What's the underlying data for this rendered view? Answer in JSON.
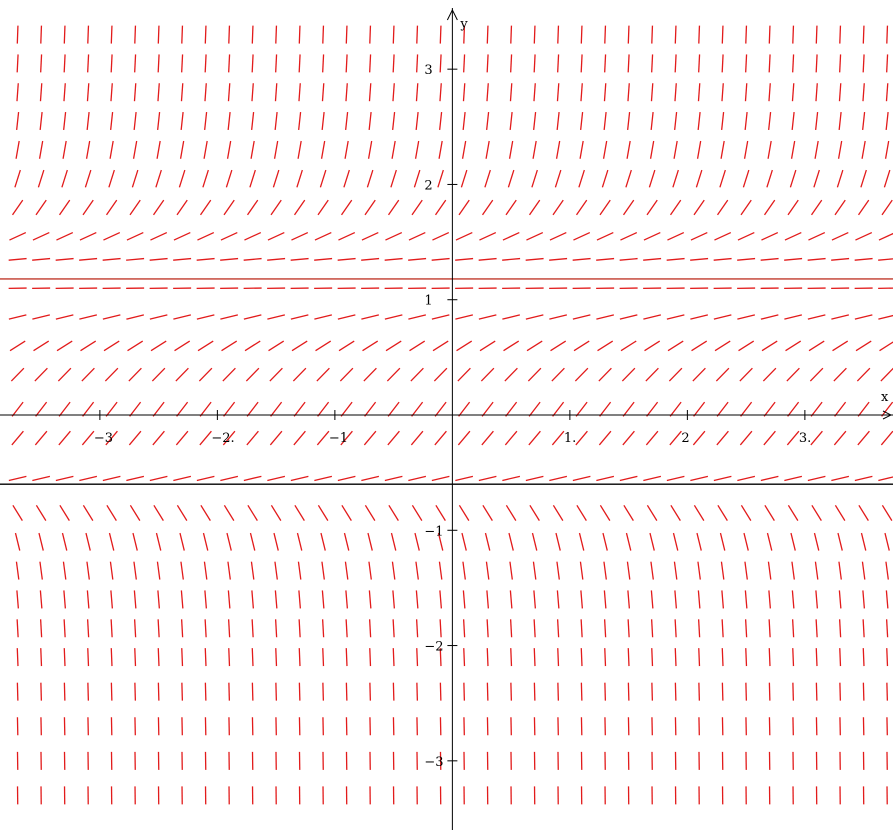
{
  "chart_data": {
    "type": "slope-field",
    "title": "",
    "xlabel": "x",
    "ylabel": "y",
    "xlim": [
      -3.85,
      3.75
    ],
    "ylim": [
      -3.6,
      3.6
    ],
    "xticks": [
      {
        "value": -3,
        "label": "−3"
      },
      {
        "value": -2,
        "label": "−2."
      },
      {
        "value": -1,
        "label": "−1"
      },
      {
        "value": 1,
        "label": "1."
      },
      {
        "value": 2,
        "label": "2"
      },
      {
        "value": 3,
        "label": "3."
      }
    ],
    "yticks": [
      {
        "value": -3,
        "label": "−3"
      },
      {
        "value": -2,
        "label": "−2"
      },
      {
        "value": -1,
        "label": "−1"
      },
      {
        "value": 1,
        "label": "1"
      },
      {
        "value": 2,
        "label": "2"
      },
      {
        "value": 3,
        "label": "3"
      }
    ],
    "field": {
      "x_start": -3.7,
      "x_end": 3.7,
      "x_step": 0.2,
      "y_rows": [
        3.3,
        3.05,
        2.8,
        2.55,
        2.3,
        2.05,
        1.8,
        1.55,
        1.35,
        1.1,
        0.85,
        0.6,
        0.35,
        0.05,
        -0.2,
        -0.55,
        -0.85,
        -1.1,
        -1.35,
        -1.6,
        -1.85,
        -2.1,
        -2.4,
        -2.7,
        -3.0,
        -3.3
      ],
      "color": "#e21b1b"
    },
    "horizontal_lines": [
      {
        "y": 1.18,
        "color": "#c0392b"
      },
      {
        "y": -0.6,
        "color": "#000000"
      }
    ],
    "axis_color": "#000000"
  }
}
